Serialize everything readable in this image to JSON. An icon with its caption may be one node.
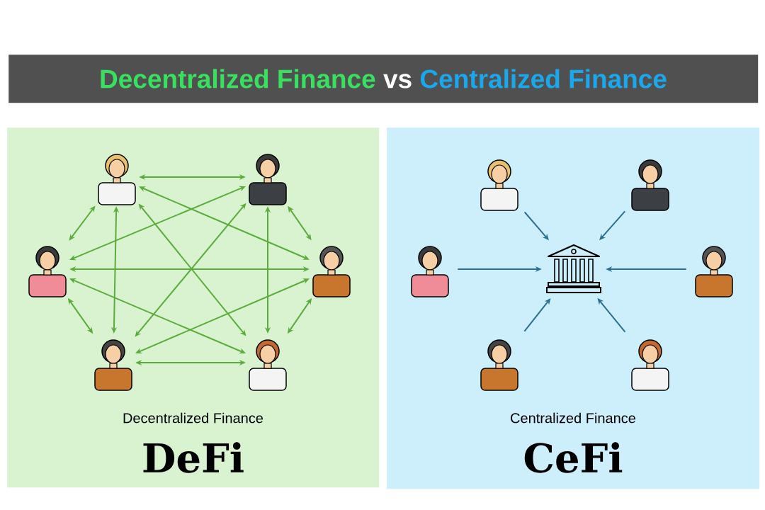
{
  "diagram": {
    "nodes": [
      {
        "text": [
          "Decentralized Finance",
          "vs",
          "Centralized Finance"
        ]
      },
      {
        "text": [
          "Decentralized Finance",
          "DeFi"
        ]
      },
      {
        "text": [],
        "shape": "person",
        "in": 1
      },
      {
        "text": [],
        "shape": "person",
        "in": 1
      },
      {
        "text": [],
        "shape": "person",
        "in": 1
      },
      {
        "text": [],
        "shape": "person",
        "in": 1
      },
      {
        "text": [],
        "shape": "person",
        "in": 1
      },
      {
        "text": [],
        "shape": "person",
        "in": 1
      },
      {
        "text": [
          "Centralized Finance",
          "CeFi"
        ]
      },
      {
        "text": [],
        "shape": "person",
        "in": 8
      },
      {
        "text": [],
        "shape": "person",
        "in": 8
      },
      {
        "text": [],
        "shape": "person",
        "in": 8
      },
      {
        "text": [],
        "shape": "building",
        "in": 8
      },
      {
        "text": [],
        "shape": "person",
        "in": 8
      },
      {
        "text": [],
        "shape": "person",
        "in": 8
      },
      {
        "text": [],
        "shape": "person",
        "in": 8
      }
    ],
    "edges": [
      {
        "from": 2,
        "to": 3,
        "arrow": "both"
      },
      {
        "from": 2,
        "to": 4,
        "arrow": "both"
      },
      {
        "from": 2,
        "to": 5,
        "arrow": "both"
      },
      {
        "from": 2,
        "to": 6,
        "arrow": "both"
      },
      {
        "from": 2,
        "to": 7,
        "arrow": "both"
      },
      {
        "from": 3,
        "to": 4,
        "arrow": "both"
      },
      {
        "from": 3,
        "to": 5,
        "arrow": "both"
      },
      {
        "from": 3,
        "to": 6,
        "arrow": "both"
      },
      {
        "from": 3,
        "to": 7,
        "arrow": "both"
      },
      {
        "from": 4,
        "to": 5,
        "arrow": "both"
      },
      {
        "from": 4,
        "to": 6,
        "arrow": "both"
      },
      {
        "from": 4,
        "to": 7,
        "arrow": "both"
      },
      {
        "from": 5,
        "to": 6,
        "arrow": "both"
      },
      {
        "from": 5,
        "to": 7,
        "arrow": "both"
      },
      {
        "from": 6,
        "to": 7,
        "arrow": "both"
      },
      {
        "from": 9,
        "to": 12,
        "arrow": "to",
        "color": "#2a6f8f"
      },
      {
        "from": 10,
        "to": 12,
        "arrow": "to",
        "color": "#2a6f8f"
      },
      {
        "from": 11,
        "to": 12,
        "arrow": "to",
        "color": "#2a6f8f"
      },
      {
        "from": 13,
        "to": 12,
        "arrow": "to",
        "color": "#2a6f8f"
      },
      {
        "from": 14,
        "to": 12,
        "arrow": "to",
        "color": "#2a6f8f"
      },
      {
        "from": 15,
        "to": 12,
        "arrow": "to",
        "color": "#2a6f8f"
      }
    ]
  }
}
